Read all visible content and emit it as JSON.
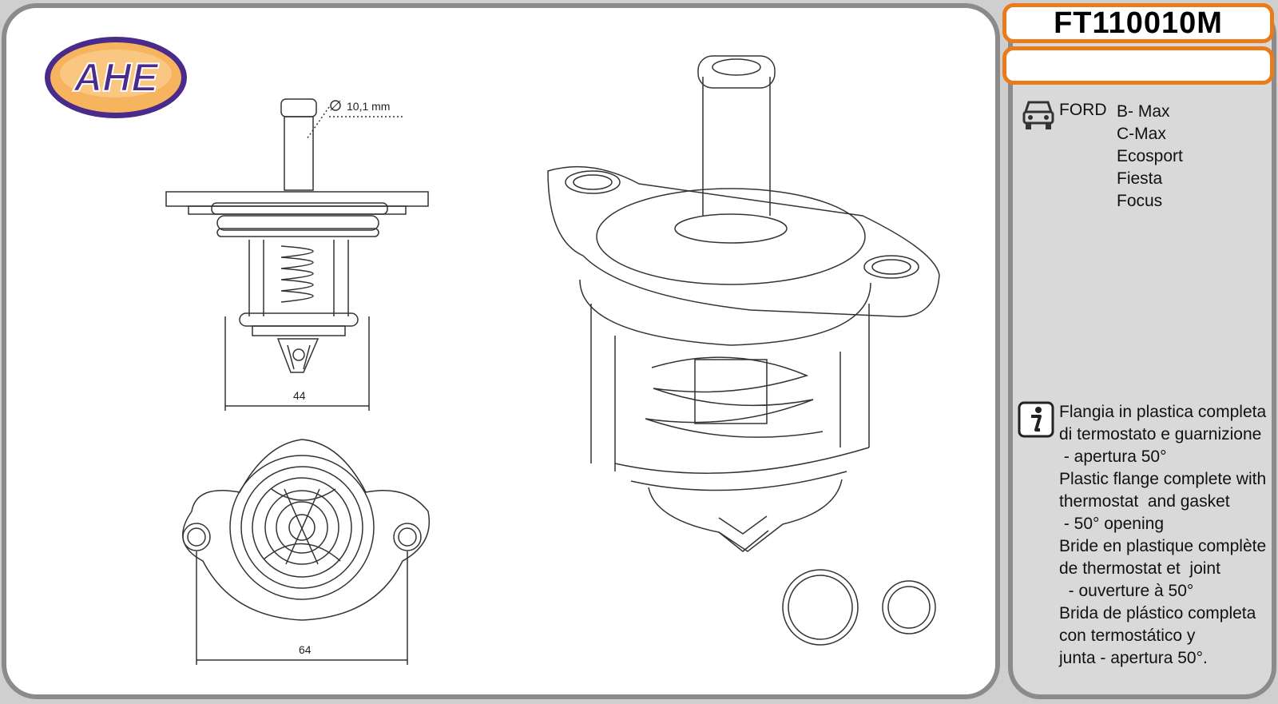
{
  "brand_logo": {
    "text": "AHE",
    "colors": {
      "ring": "#5a2a8a",
      "fill": "#f4a24a",
      "letters": "#4a2a8a"
    }
  },
  "product_code": "FT110010M",
  "applications": {
    "make": "FORD",
    "models": [
      "B- Max",
      "C-Max",
      "Ecosport",
      "Fiesta",
      "Focus"
    ]
  },
  "description_lines": [
    "Flangia in plastica completa",
    "di termostato e guarnizione",
    " - apertura 50°",
    "Plastic flange complete with",
    "thermostat  and gasket",
    " - 50° opening",
    "Bride en plastique complète",
    "de thermostat et  joint",
    "  - ouverture à 50°",
    "Brida de plástico completa",
    "con termostático y",
    "junta - apertura 50°."
  ],
  "dimensions": {
    "pipe_diameter": "10,1 mm",
    "width_side": "44",
    "width_top": "64"
  },
  "icons": {
    "car": "car-front-icon",
    "info": "info-icon"
  },
  "accent_color": "#ea7a1a"
}
